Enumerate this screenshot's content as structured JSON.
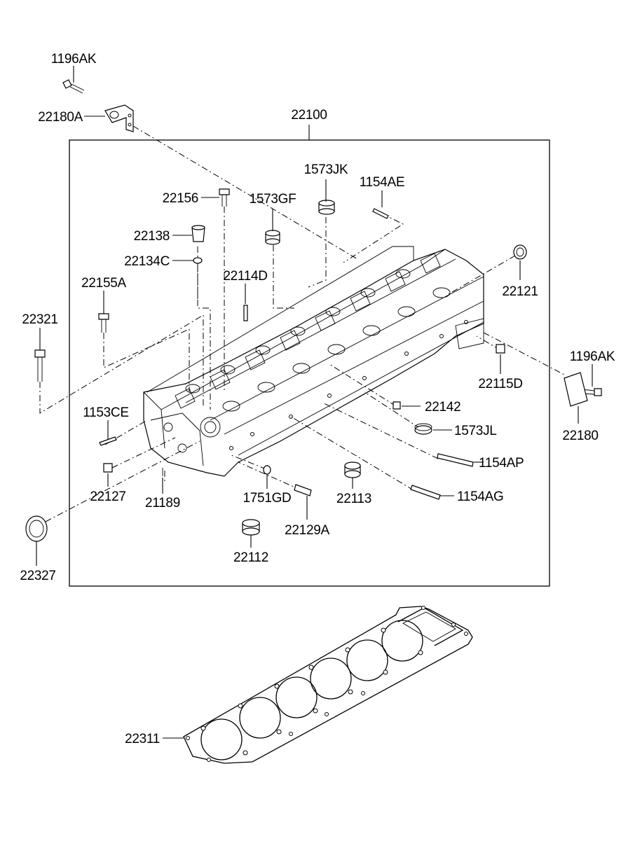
{
  "assembly_label": "22100",
  "parts": [
    {
      "id": "1196AK_top",
      "code": "1196AK"
    },
    {
      "id": "22180A",
      "code": "22180A"
    },
    {
      "id": "1573JK",
      "code": "1573JK"
    },
    {
      "id": "1154AE",
      "code": "1154AE"
    },
    {
      "id": "22156",
      "code": "22156"
    },
    {
      "id": "1573GF",
      "code": "1573GF"
    },
    {
      "id": "22138",
      "code": "22138"
    },
    {
      "id": "22134C",
      "code": "22134C"
    },
    {
      "id": "22114D",
      "code": "22114D"
    },
    {
      "id": "22155A",
      "code": "22155A"
    },
    {
      "id": "22121",
      "code": "22121"
    },
    {
      "id": "22321",
      "code": "22321"
    },
    {
      "id": "1196AK_right",
      "code": "1196AK"
    },
    {
      "id": "22115D",
      "code": "22115D"
    },
    {
      "id": "22142",
      "code": "22142"
    },
    {
      "id": "1153CE",
      "code": "1153CE"
    },
    {
      "id": "1573JL",
      "code": "1573JL"
    },
    {
      "id": "22180",
      "code": "22180"
    },
    {
      "id": "1154AP",
      "code": "1154AP"
    },
    {
      "id": "22127",
      "code": "22127"
    },
    {
      "id": "21189",
      "code": "21189"
    },
    {
      "id": "1751GD",
      "code": "1751GD"
    },
    {
      "id": "22113",
      "code": "22113"
    },
    {
      "id": "1154AG",
      "code": "1154AG"
    },
    {
      "id": "22129A",
      "code": "22129A"
    },
    {
      "id": "22112",
      "code": "22112"
    },
    {
      "id": "22327",
      "code": "22327"
    },
    {
      "id": "22311",
      "code": "22311"
    }
  ]
}
